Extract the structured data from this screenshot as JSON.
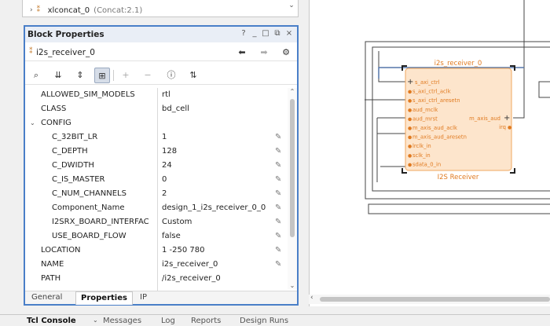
{
  "tree": {
    "item_name": "xlconcat_0",
    "item_detail": "(Concat:2.1)"
  },
  "panel": {
    "title": "Block Properties",
    "header_buttons": [
      "?",
      "_",
      "□",
      "⧉",
      "×"
    ],
    "object_name": "i2s_receiver_0"
  },
  "properties": [
    {
      "name": "ALLOWED_SIM_MODELS",
      "value": "rtl",
      "level": 0,
      "editable": false
    },
    {
      "name": "CLASS",
      "value": "bd_cell",
      "level": 0,
      "editable": false
    },
    {
      "name": "CONFIG",
      "value": "",
      "level": 0,
      "group": true,
      "editable": false
    },
    {
      "name": "C_32BIT_LR",
      "value": "1",
      "level": 1,
      "editable": true
    },
    {
      "name": "C_DEPTH",
      "value": "128",
      "level": 1,
      "editable": true
    },
    {
      "name": "C_DWIDTH",
      "value": "24",
      "level": 1,
      "editable": true
    },
    {
      "name": "C_IS_MASTER",
      "value": "0",
      "level": 1,
      "editable": true
    },
    {
      "name": "C_NUM_CHANNELS",
      "value": "2",
      "level": 1,
      "editable": true
    },
    {
      "name": "Component_Name",
      "value": "design_1_i2s_receiver_0_0",
      "level": 1,
      "editable": true
    },
    {
      "name": "I2SRX_BOARD_INTERFAC",
      "value": "Custom",
      "level": 1,
      "editable": true
    },
    {
      "name": "USE_BOARD_FLOW",
      "value": "false",
      "level": 1,
      "editable": true
    },
    {
      "name": "LOCATION",
      "value": "1 -250 780",
      "level": 0,
      "editable": true
    },
    {
      "name": "NAME",
      "value": "i2s_receiver_0",
      "level": 0,
      "editable": true
    },
    {
      "name": "PATH",
      "value": "/i2s_receiver_0",
      "level": 0,
      "editable": false
    }
  ],
  "panel_tabs": [
    "General",
    "Properties",
    "IP"
  ],
  "active_panel_tab": "Properties",
  "block": {
    "title": "i2s_receiver_0",
    "subtitle": "I2S Receiver",
    "left_ports": [
      "s_axi_ctrl",
      "s_axi_ctrl_aclk",
      "s_axi_ctrl_aresetn",
      "aud_mclk",
      "aud_mrst",
      "m_axis_aud_aclk",
      "m_axis_aud_aresetn",
      "lrclk_in",
      "sclk_in",
      "sdata_0_in"
    ],
    "right_ports": [
      "m_axis_aud",
      "irq"
    ]
  },
  "bottom_tabs": [
    "Tcl Console",
    "Messages",
    "Log",
    "Reports",
    "Design Runs"
  ],
  "colors": {
    "accent": "#4a7fc8",
    "block_fill": "#fde5cc",
    "block_stroke": "#f0a860",
    "port_text": "#e07a20"
  }
}
